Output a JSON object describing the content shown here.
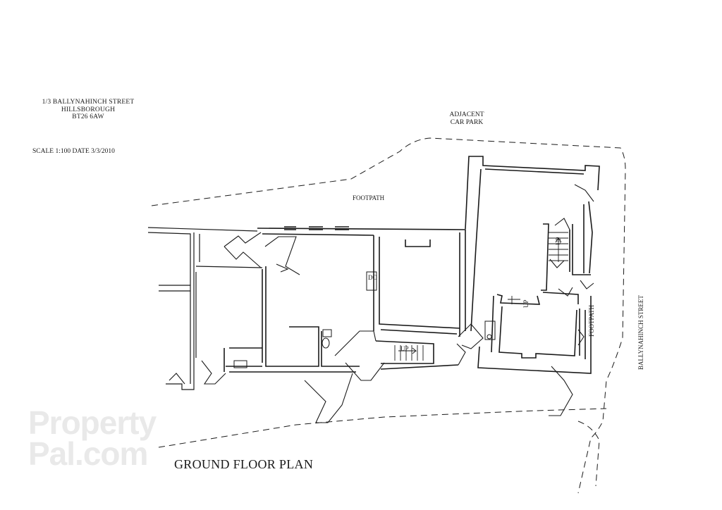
{
  "address": {
    "line1": "1/3 BALLYNAHINCH STREET",
    "line2": "HILLSBOROUGH",
    "line3": "BT26 6AW"
  },
  "scale_line": "SCALE 1:100    DATE 3/3/2010",
  "labels": {
    "adjacent": "ADJACENT",
    "car_park": "CAR PARK",
    "footpath_top": "FOOTPATH",
    "footpath_side": "FOOTPATH",
    "street_side": "BALLYNAHINCH STREET",
    "do": "DO",
    "up_stair_1": "UP",
    "up_stair_2": "UP",
    "up_stair_3": "UP"
  },
  "title": "GROUND FLOOR PLAN",
  "watermark": {
    "line1": "Property",
    "line2": "Pal.com"
  },
  "colors": {
    "line": "#1a1a1a",
    "watermark": "#e9e9e9"
  }
}
